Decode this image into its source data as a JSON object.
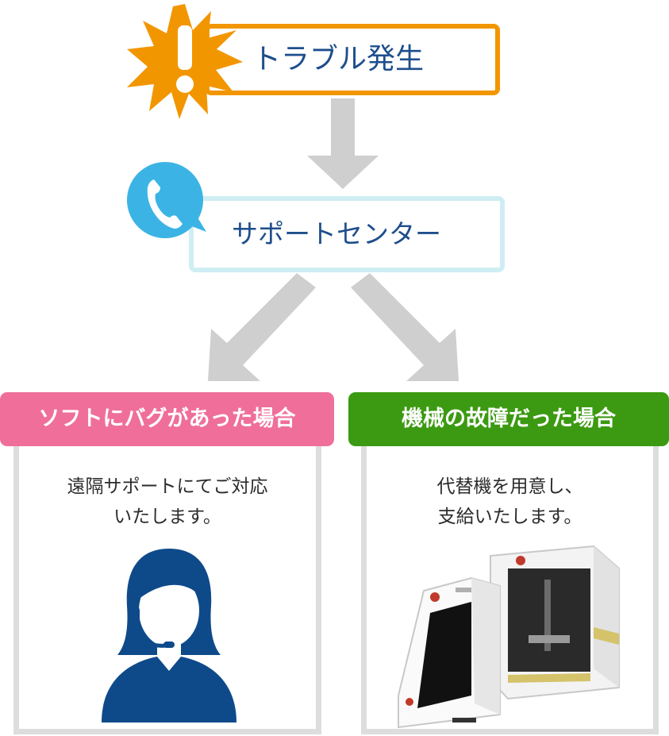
{
  "flow": {
    "trouble": {
      "label": "トラブル発生",
      "icon": "exclamation-burst-icon",
      "color": "#f29600"
    },
    "support": {
      "label": "サポートセンター",
      "icon": "phone-icon",
      "color": "#3bb4e5"
    }
  },
  "cases": {
    "software": {
      "title": "ソフトにバグがあった場合",
      "line1": "遠隔サポートにてご対応",
      "line2": "いたします。",
      "color": "#ef6f9a",
      "illustration": "operator-headset-icon"
    },
    "hardware": {
      "title": "機械の故障だった場合",
      "line1": "代替機を用意し、",
      "line2": "支給いたします。",
      "color": "#3c9a12",
      "illustration": "replacement-machine-image"
    }
  },
  "colors": {
    "text_blue": "#1e4e8c",
    "arrow_gray": "#cfcfcf",
    "operator_navy": "#0e4a8a"
  }
}
